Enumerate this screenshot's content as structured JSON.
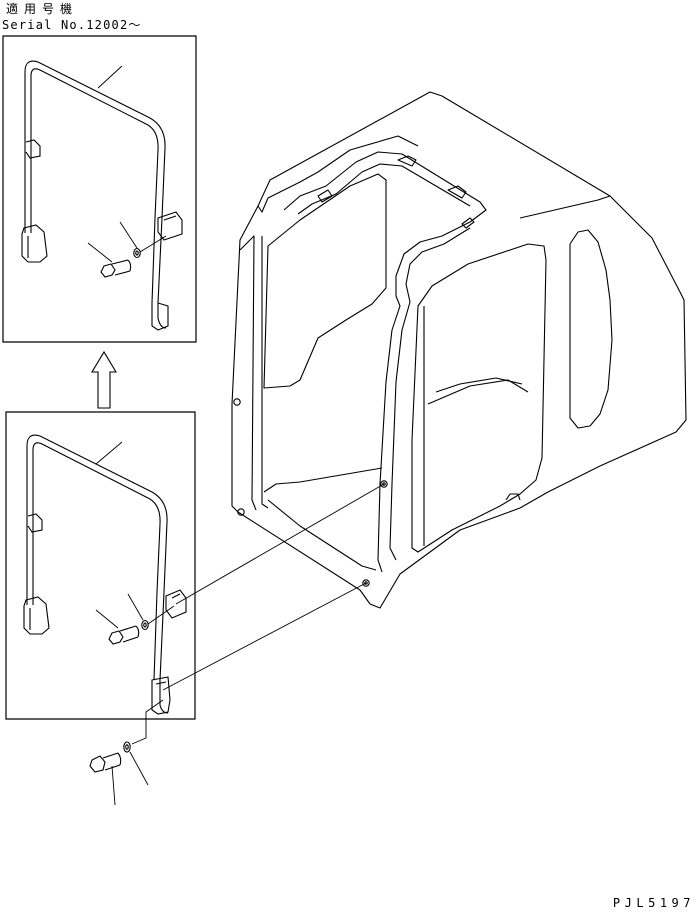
{
  "header": {
    "applicability_label": "適用号機",
    "serial_label": "Serial No.12002～"
  },
  "footer": {
    "part_code": "PJL5197"
  },
  "colors": {
    "line": "#000000",
    "background": "#ffffff"
  }
}
